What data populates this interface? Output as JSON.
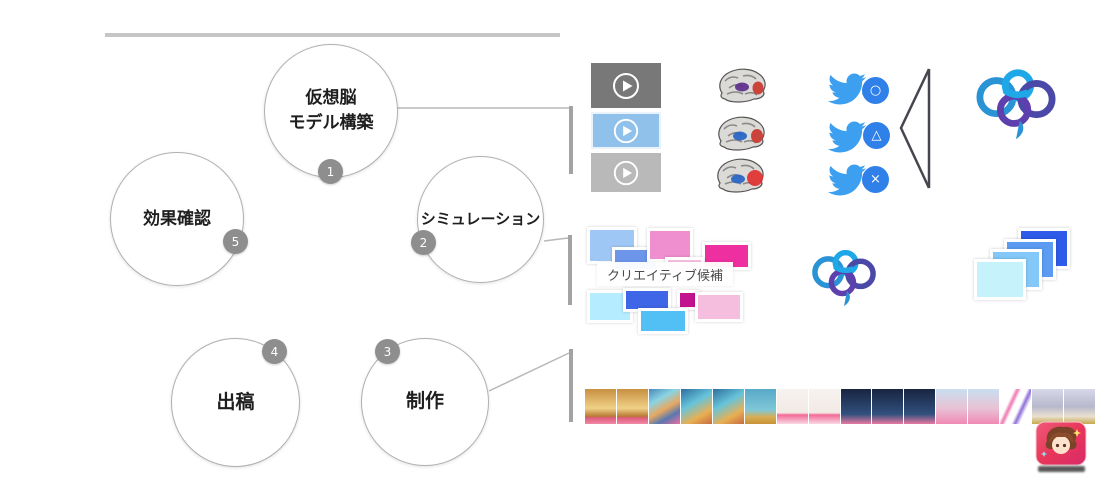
{
  "flow": {
    "top_bar_color": "#c6c6c6",
    "circle_border_color": "#b0b0b0",
    "badge_color": "#8e8e8e",
    "connector_color": "#a3a3a3",
    "steps": [
      {
        "num": "1",
        "line1": "仮想脳",
        "line2": "モデル構築"
      },
      {
        "num": "2",
        "line1": "シミュレーション",
        "line2": ""
      },
      {
        "num": "3",
        "line1": "制作",
        "line2": ""
      },
      {
        "num": "4",
        "line1": "出稿",
        "line2": ""
      },
      {
        "num": "5",
        "line1": "効果確認",
        "line2": ""
      }
    ]
  },
  "row1": {
    "thumb_css": [
      "background:#787878",
      "background:#8fc1ea;border:2px solid #eaf3fb",
      "background:#b9b9b9"
    ],
    "video_selected_index": 1,
    "brain_scan_patch_colors": [
      [
        "#5c2e8c",
        "#c8372f"
      ],
      [
        "#2563c4",
        "#c8372f"
      ],
      [
        "#2563c4",
        "#e03030"
      ]
    ],
    "twitter": {
      "bird_color": "#3d9ff0",
      "badge_color": "#2f80e8",
      "badge_symbols": [
        "○",
        "△",
        "×"
      ]
    },
    "brace_color": "#46464e",
    "brain_logo_colors": [
      "#1fa8e8",
      "#2a93d5",
      "#4b49a8",
      "#5d3fae"
    ]
  },
  "row2": {
    "creative_label": "クリエイティブ候補",
    "rect_css": [
      "background:#9fc7f5",
      "background:#6d95ea",
      "background:#f08fd0",
      "background:#ee2f9f",
      "background:#f6c2e2",
      "background:#b5ecff",
      "background:#3f66e6",
      "background:#c2148e",
      "background:#f6bede",
      "background:#52c0f4"
    ],
    "stack_css": [
      "background:#2e5be8",
      "background:#5b9cf2",
      "background:#83c8f8",
      "background:#c6f2fb"
    ]
  },
  "row3": {
    "banners": [
      {
        "css": "background:linear-gradient(180deg,#c79040 0%,#f0d188 55%,#b87a34 78%,#e05a7a 82%,#f08aa8 100%)"
      },
      {
        "css": "background:linear-gradient(180deg,#c79040 0%,#f0d188 55%,#b87a34 78%,#e05a7a 82%,#f08aa8 100%)"
      },
      {
        "css": "background:linear-gradient(150deg,#4a88b8 0%,#8ad4e4 30%,#e8a860 55%,#5878b0 75%,#ef6f9e 100%)"
      },
      {
        "css": "background:linear-gradient(150deg,#2e6e9e 0%,#66c4da 40%,#e8b054 72%,#c86a3e 100%)"
      },
      {
        "css": "background:linear-gradient(150deg,#2e6e9e 0%,#66c4da 40%,#e8b054 72%,#c86a3e 100%)"
      },
      {
        "css": "background:linear-gradient(180deg,#58a8c8 0%,#80c8d8 60%,#d8ae54 80%,#c89238 100%)"
      },
      {
        "css": "background:linear-gradient(180deg,#f7f3f0 0%,#f2e9e4 68%,#f26b96 74%,#f9d8e4 100%)"
      },
      {
        "css": "background:linear-gradient(180deg,#f7f3f0 0%,#f2e9e4 68%,#f26b96 74%,#f9d8e4 100%)"
      },
      {
        "css": "background:linear-gradient(180deg,#182440 0%,#31507e 72%,#e87aa2 100%)"
      },
      {
        "css": "background:linear-gradient(180deg,#182440 0%,#31507e 72%,#e87aa2 100%)"
      },
      {
        "css": "background:linear-gradient(180deg,#182440 0%,#31507e 72%,#e87aa2 100%)"
      },
      {
        "css": "background:linear-gradient(180deg,#c8dff0 0%,#e8c2d4 55%,#f08ab4 100%)"
      },
      {
        "css": "background:linear-gradient(180deg,#c8dff0 0%,#e8c2d4 55%,#f08ab4 100%)"
      },
      {
        "css": "background:linear-gradient(115deg,#ffffff 30%,#f077b0 38%,#ffffff 46%,#ffffff 58%,#8e6fd8 66%,#ffffff 76%)"
      },
      {
        "css": "background:linear-gradient(180deg,#d8d8ea 0%,#b8b8cc 50%,#e8e0d0 78%,#c8a84e 100%)"
      },
      {
        "css": "background:linear-gradient(180deg,#d8d8ea 0%,#b8b8cc 50%,#e8e0d0 78%,#c8a84e 100%)"
      }
    ],
    "app_icon_bg": "#e8375a"
  }
}
